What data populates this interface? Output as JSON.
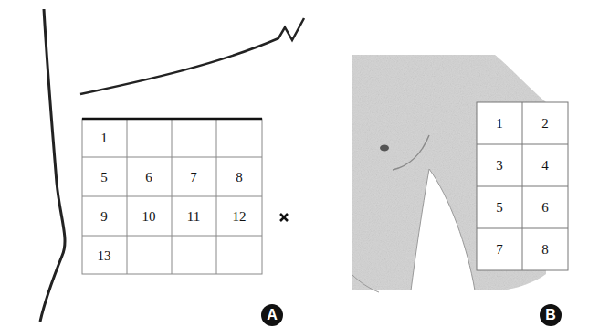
{
  "diagram": {
    "labels": [
      "1",
      "5",
      "6",
      "7",
      "8",
      "9",
      "10",
      "11",
      "12",
      "13",
      "A",
      "1",
      "2",
      "3",
      "4",
      "5",
      "6",
      "7",
      "8",
      "B"
    ]
  }
}
